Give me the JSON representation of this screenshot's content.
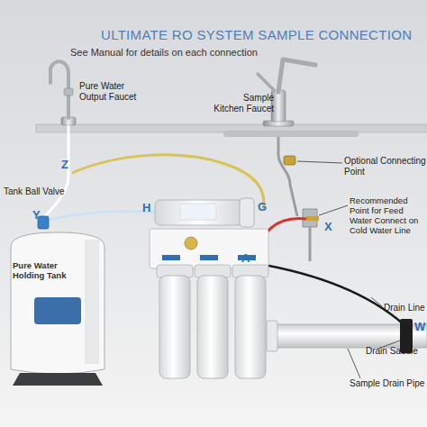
{
  "diagram": {
    "title": "ULTIMATE RO SYSTEM SAMPLE CONNECTION",
    "nodes": [
      {
        "text": [
          "Pure Water Holding Tank"
        ]
      }
    ],
    "labels": [
      "See Manual for details on each connection",
      "Pure Water Output Faucet",
      "Sample Kitchen Faucet",
      "Z",
      "Optional Connecting Point",
      "Tank Ball Valve",
      "Y",
      "H",
      "G",
      "Recommended Point for Feed Water Connect on Cold Water Line",
      "X",
      "A",
      "Drain Line",
      "Drain Saddle",
      "W",
      "Sample Drain Pipe"
    ]
  }
}
